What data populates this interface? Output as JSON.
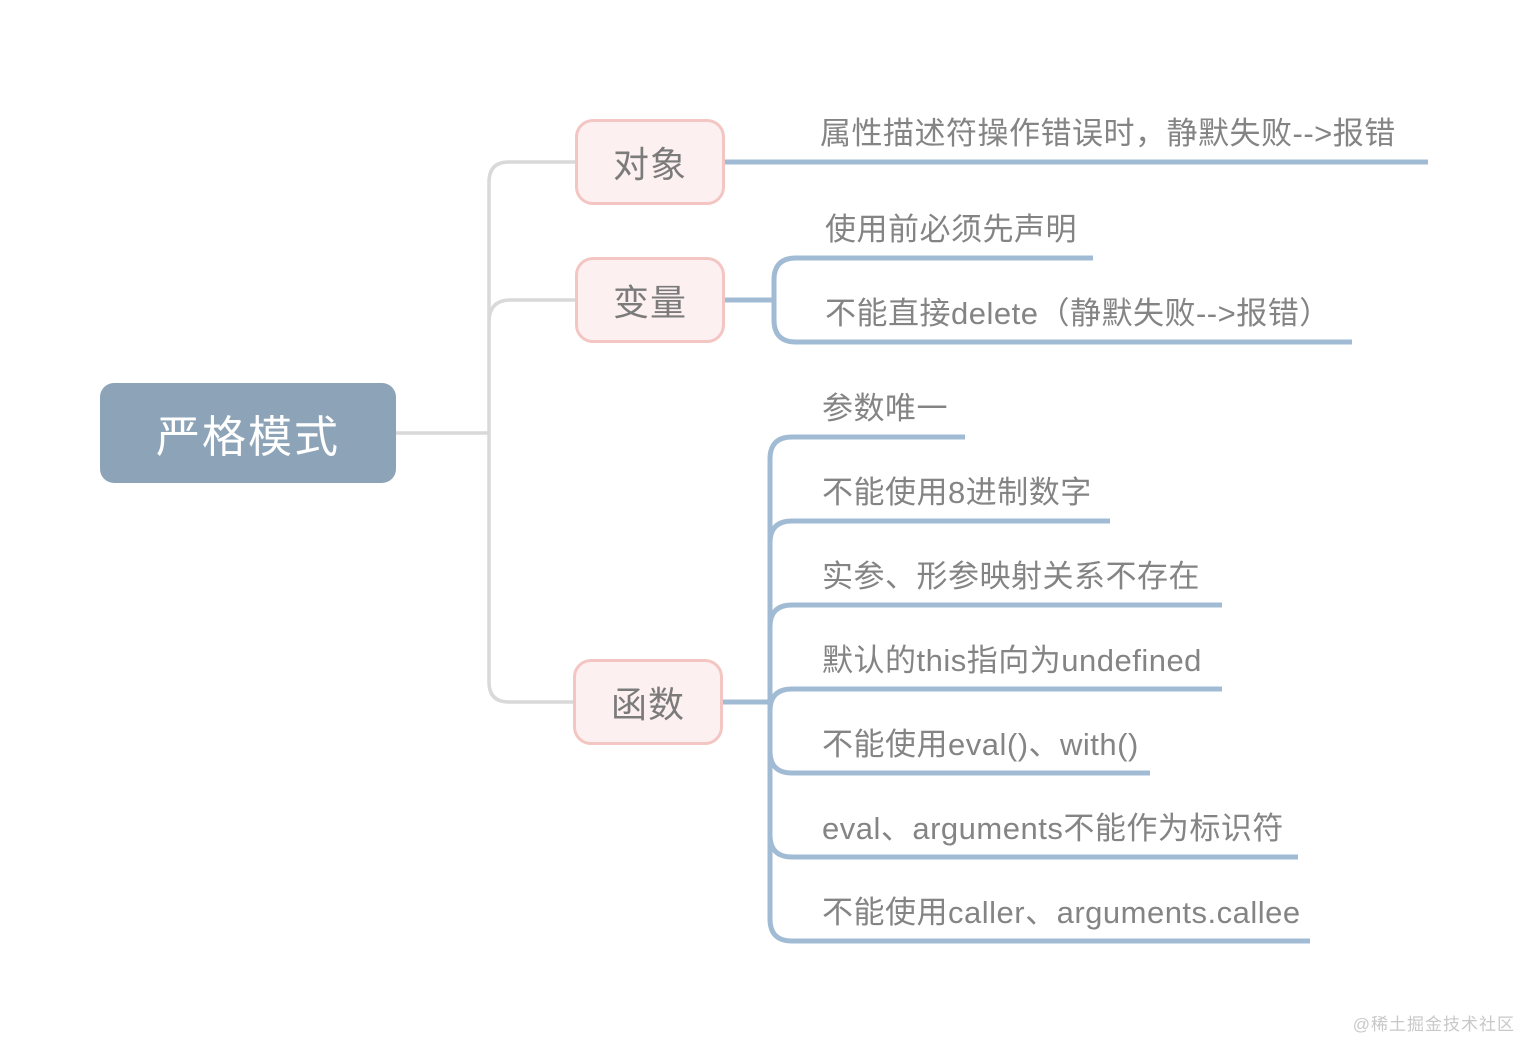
{
  "root": {
    "label": "严格模式"
  },
  "branches": [
    {
      "label": "对象",
      "children": [
        {
          "label": "属性描述符操作错误时，静默失败-->报错"
        }
      ]
    },
    {
      "label": "变量",
      "children": [
        {
          "label": "使用前必须先声明"
        },
        {
          "label": "不能直接delete（静默失败-->报错）"
        }
      ]
    },
    {
      "label": "函数",
      "children": [
        {
          "label": "参数唯一"
        },
        {
          "label": "不能使用8进制数字"
        },
        {
          "label": "实参、形参映射关系不存在"
        },
        {
          "label": "默认的this指向为undefined"
        },
        {
          "label": "不能使用eval()、with()"
        },
        {
          "label": "eval、arguments不能作为标识符"
        },
        {
          "label": "不能使用caller、arguments.callee"
        }
      ]
    }
  ],
  "watermark": "@稀土掘金技术社区",
  "colors": {
    "root_bg": "#8da4b8",
    "root_text": "#ffffff",
    "branch_bg": "#fdf0f0",
    "branch_border": "#f3c6c3",
    "branch_text": "#7b7b7b",
    "leaf_text": "#848484",
    "connector_gray": "#d9d9d9",
    "connector_blue": "#a1bbd4",
    "watermark_text": "#c8c8c8"
  }
}
